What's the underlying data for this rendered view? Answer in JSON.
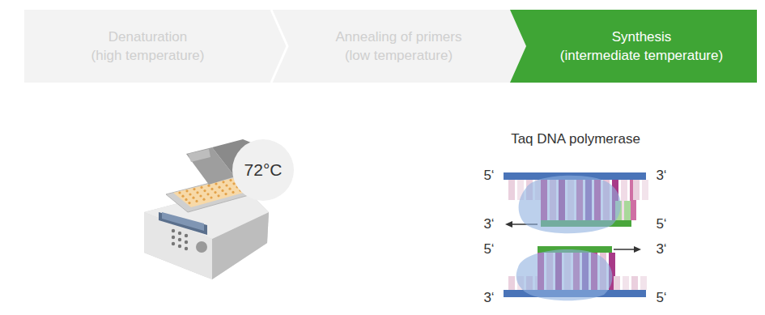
{
  "diagram": {
    "nodes": [
      {
        "text": [
          "Denaturation",
          "(high temperature)"
        ]
      },
      {
        "text": [
          "Annealing of primers",
          "(low temperature)"
        ]
      },
      {
        "text": [
          "Synthesis",
          "(intermediate temperature)"
        ]
      },
      {
        "text": [
          "72°C"
        ]
      }
    ],
    "labels": [
      "Taq DNA polymerase",
      "5‘",
      "3‘",
      "3‘",
      "5‘",
      "5‘",
      "3‘",
      "3‘",
      "5‘"
    ]
  }
}
